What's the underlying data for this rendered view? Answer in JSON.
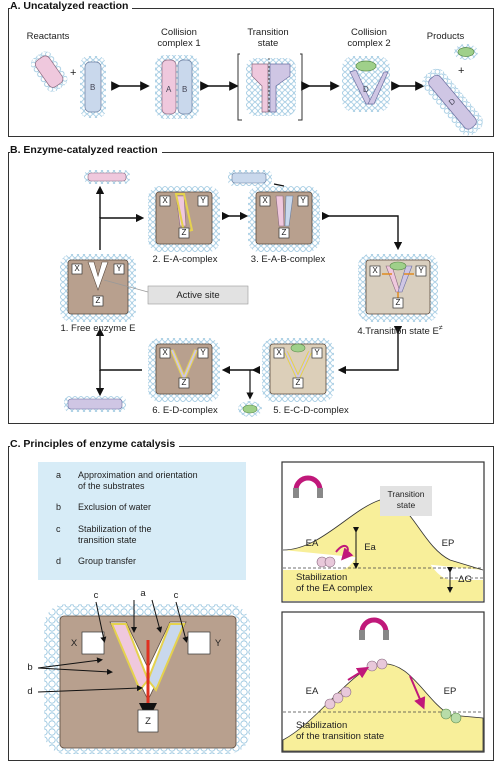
{
  "panel_a": {
    "title": "A. Uncatalyzed reaction",
    "reactants": "Reactants",
    "collision1": [
      "Collision",
      "complex 1"
    ],
    "transition": [
      "Transition",
      "state"
    ],
    "collision2": [
      "Collision",
      "complex 2"
    ],
    "products": "Products",
    "plus": "+",
    "letters": [
      "A",
      "B"
    ]
  },
  "panel_b": {
    "title": "B. Enzyme-catalyzed reaction",
    "free_enzyme": "1. Free enzyme E",
    "ea_complex": "2. E-A-complex",
    "eab_complex": "3. E-A-B-complex",
    "transition_state": "4.Transition state E",
    "transition_sup": "≠",
    "ecd_complex": "5. E-C-D-complex",
    "ed_complex": "6. E-D-complex",
    "active_site": "Active site",
    "site_letters": [
      "X",
      "Y",
      "Z"
    ]
  },
  "panel_c": {
    "title": "C. Principles of enzyme catalysis",
    "principles": [
      {
        "key": "a",
        "text": [
          "Approximation and orientation",
          "of the substrates"
        ]
      },
      {
        "key": "b",
        "text": [
          "Exclusion of water"
        ]
      },
      {
        "key": "c",
        "text": [
          "Stabilization of the",
          "transition state"
        ]
      },
      {
        "key": "d",
        "text": [
          "Group transfer"
        ]
      }
    ],
    "diagram_keys": [
      "c",
      "a",
      "c",
      "b",
      "d"
    ],
    "energy_top": {
      "transition_label": [
        "Transition",
        "state"
      ],
      "ea": "EA",
      "ep": "EP",
      "ea_symbol": "Ea",
      "dg_symbol": "ΔG",
      "stabilization": [
        "Stabilization",
        "of the EA complex"
      ]
    },
    "energy_bottom": {
      "ea": "EA",
      "ep": "EP",
      "stabilization": [
        "Stabilization",
        "of the transition state"
      ]
    }
  },
  "colors": {
    "pink": "#efc8dd",
    "blue": "#c9d8ec",
    "lavender": "#cfc6e4",
    "green": "#9fd08a",
    "enzyme": "#b8a08e",
    "halo": "#aed3e8",
    "legend_bg": "#d7ecf7",
    "yellow": "#f8ef9a",
    "magenta": "#c0187a"
  }
}
